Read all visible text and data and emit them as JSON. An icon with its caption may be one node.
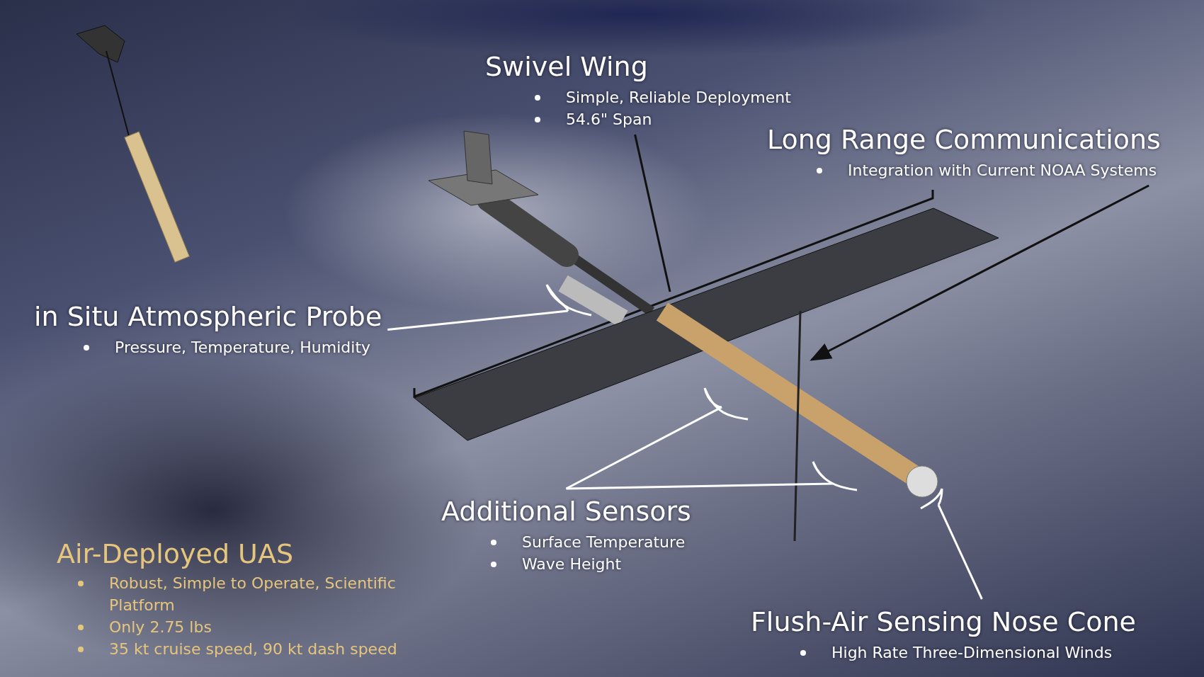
{
  "diagram": {
    "nodes": [
      {
        "text": [
          "Swivel Wing",
          "Simple, Reliable Deployment",
          "54.6\" Span"
        ]
      },
      {
        "text": [
          "Long Range Communications",
          "Integration with Current NOAA Systems"
        ]
      },
      {
        "text": [
          "in Situ Atmospheric Probe",
          "Pressure, Temperature, Humidity"
        ]
      },
      {
        "text": [
          "Additional Sensors",
          "Surface Temperature",
          "Wave Height"
        ]
      },
      {
        "text": [
          "Flush-Air Sensing Nose Cone",
          "High Rate Three-Dimensional Winds"
        ]
      }
    ],
    "edges": [
      {
        "from": 0,
        "to": null,
        "arrow": "none",
        "color": "#111111"
      },
      {
        "from": 1,
        "to": null,
        "arrow": "to",
        "color": "#111111"
      },
      {
        "from": 2,
        "to": null,
        "arrow": "none"
      },
      {
        "from": 3,
        "to": null,
        "arrow": "none"
      },
      {
        "from": 3,
        "to": null,
        "arrow": "none"
      },
      {
        "from": 4,
        "to": null,
        "arrow": "none"
      }
    ],
    "labels": [
      "Air-Deployed UAS",
      "Robust, Simple to Operate, Scientific Platform",
      "Only 2.75 lbs",
      "35 kt cruise speed, 90 kt dash speed"
    ]
  }
}
